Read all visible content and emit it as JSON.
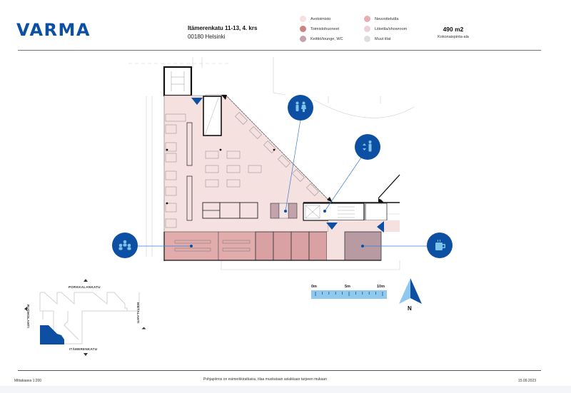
{
  "header": {
    "logo": "VARMA",
    "address_line1": "Itämerenkatu 11-13, 4. krs",
    "address_line2": "00180 Helsinki",
    "area_value": "490 m2",
    "area_label": "Kokonaispinta-ala"
  },
  "legend": {
    "items": [
      {
        "label": "Avotoimisto",
        "color": "#f6e1e1"
      },
      {
        "label": "Neuvottelutila",
        "color": "#e7aeae"
      },
      {
        "label": "Toimistohuoneet",
        "color": "#c98383"
      },
      {
        "label": "Liiketila/showroom",
        "color": "#ead3d8"
      },
      {
        "label": "Keittiö/lounge, WC",
        "color": "#c2a3ab"
      },
      {
        "label": "Muut tilat",
        "color": "#dedede"
      }
    ]
  },
  "floorplan": {
    "icons": [
      {
        "name": "meeting-room",
        "glyph": "people-group"
      },
      {
        "name": "wc",
        "glyph": "restroom"
      },
      {
        "name": "elevator",
        "glyph": "elevator-person"
      },
      {
        "name": "kitchen",
        "glyph": "coffee-mug"
      }
    ],
    "colors": {
      "open_office": "#f6e1e1",
      "meeting": "#e2acac",
      "rooms": "#d9a1a3",
      "kitchen": "#b89ba2",
      "accent_blue": "#0d4fa3",
      "light_blue": "#7ec3ea"
    }
  },
  "locator_map": {
    "north_street": "PORKKALANKATU",
    "south_street": "ITÄMERENKATU",
    "west_street": "RUOHOLAHTI",
    "east_street": "HIETALAHTI"
  },
  "scale_bar": {
    "labels": [
      "0m",
      "5m",
      "10m"
    ]
  },
  "compass": {
    "label": "N"
  },
  "footer": {
    "scale": "Mittakaava 1:200",
    "note": "Pohjapiirros on esimerkkiratkaisu, tilaa muokataan asiakkaan tarpeen mukaan",
    "date": "15.09.2023"
  }
}
